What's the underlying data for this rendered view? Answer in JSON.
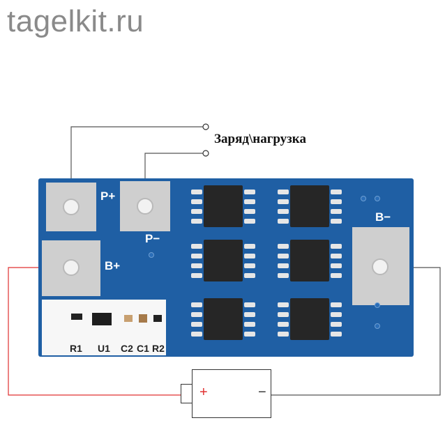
{
  "watermark": "tagelkit.ru",
  "caption": "Заряд\\нагрузка",
  "pcb": {
    "labels": {
      "p_plus": "P+",
      "p_minus": "P−",
      "b_plus": "B+",
      "b_minus": "B−",
      "r1": "R1",
      "u1": "U1",
      "c2": "C2",
      "c1": "C1",
      "r2": "R2"
    }
  },
  "battery": {
    "plus": "+",
    "minus": "−"
  },
  "colors": {
    "board": "#1f5fa4",
    "pad": "#cfcfcf",
    "chip": "#262626",
    "wire_gray": "#555555",
    "wire_red": "#e03030"
  }
}
